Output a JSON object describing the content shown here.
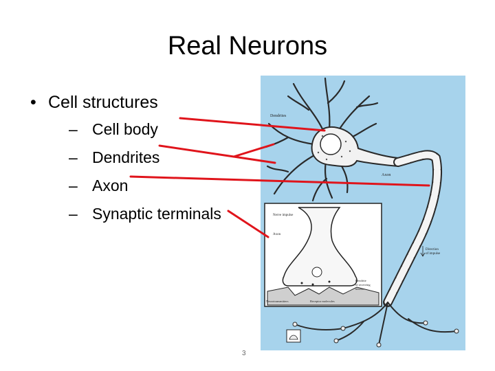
{
  "slide": {
    "title": "Real Neurons",
    "bullet": "Cell structures",
    "sub_items": [
      "Cell body",
      "Dendrites",
      "Axon",
      "Synaptic terminals"
    ],
    "slide_number": "3"
  },
  "figure": {
    "labels": {
      "dendrites": "Dendrites",
      "axon": "Axon",
      "nerve_impulse": "Nerve impulse",
      "axon_inset": "Axon",
      "direction": "Direction",
      "of_impulse": "of impulse",
      "neurotransmitters": "Neurotransmitters",
      "receptor_molecules": "Receptor molecules",
      "dendrite_of": "Dendrite",
      "receiving": "of receiving",
      "neuron": "neuron"
    },
    "background_color": "#a7d3ec",
    "pointer_color": "#e0141b"
  }
}
